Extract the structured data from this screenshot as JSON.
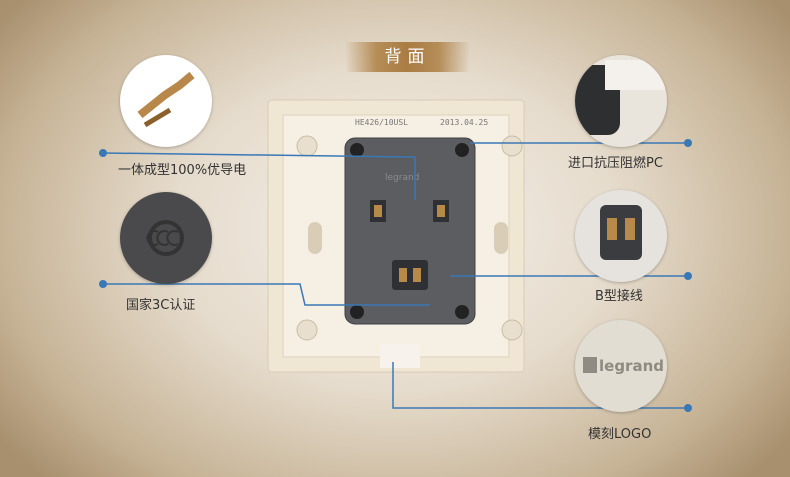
{
  "banner": {
    "title": "背面"
  },
  "product": {
    "model_print": "HE426/10USL",
    "date_print": "2013.04.25",
    "brand": "legrand"
  },
  "features": [
    {
      "label": "一体成型100%优导电",
      "icon": "copper-terminal-icon"
    },
    {
      "label": "国家3C认证",
      "icon": "3c-certification-icon"
    },
    {
      "label": "进口抗压阻燃PC",
      "icon": "pc-material-icon"
    },
    {
      "label": "B型接线",
      "icon": "b-type-terminal-icon"
    },
    {
      "label": "模刻LOGO",
      "icon": "legrand-logo-icon"
    }
  ],
  "colors": {
    "line": "#3a78b5",
    "banner": "#a97c43"
  }
}
